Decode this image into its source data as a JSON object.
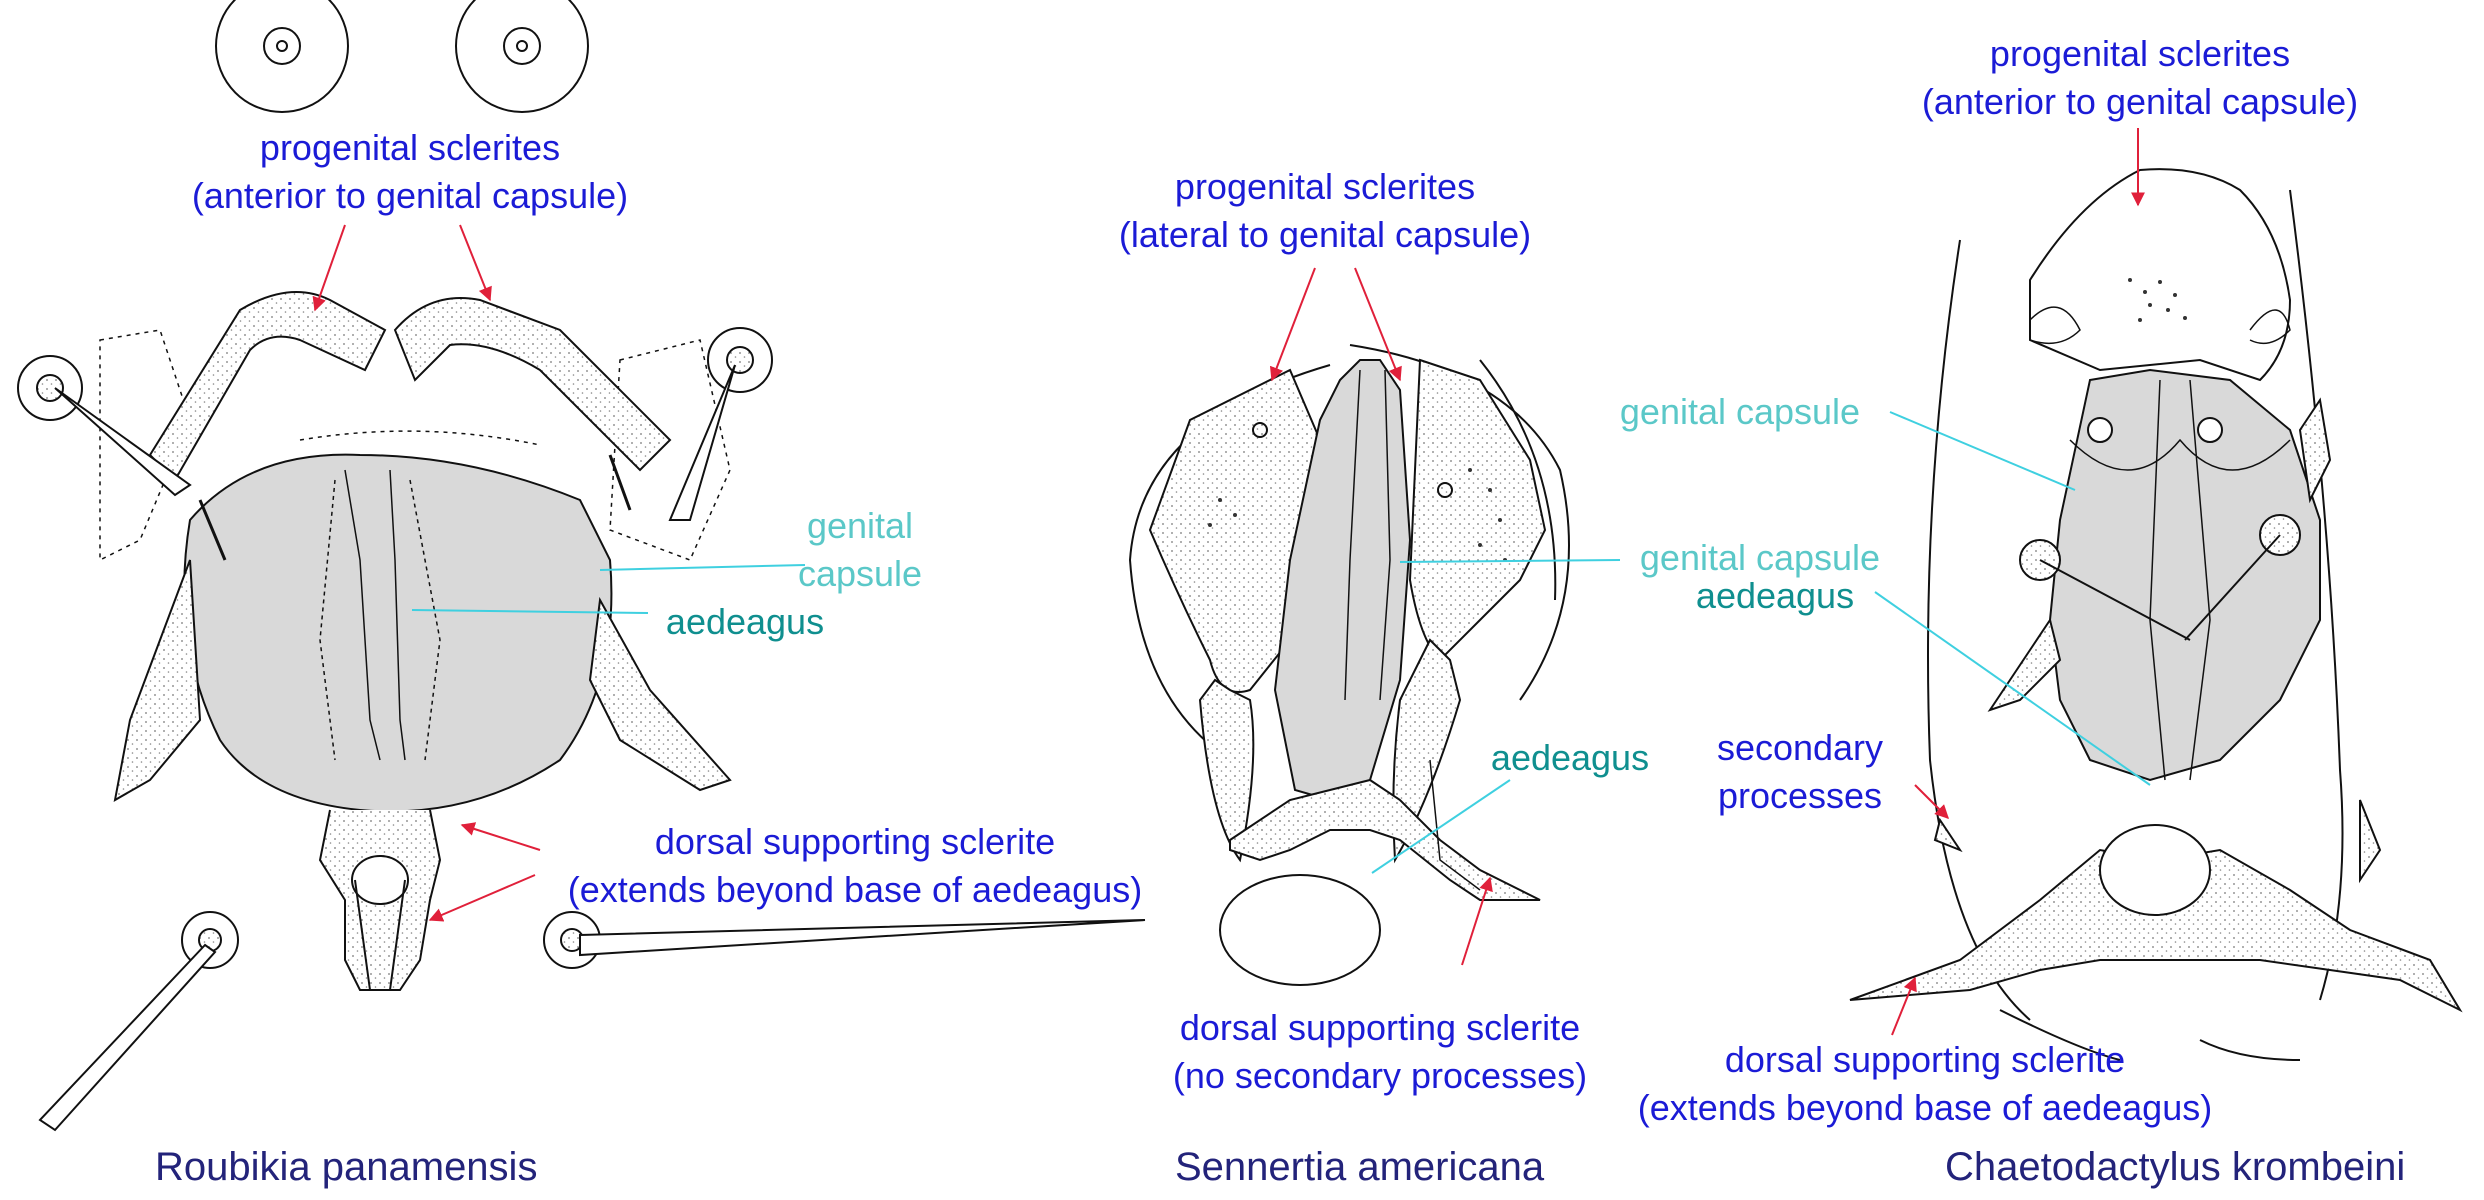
{
  "panels": [
    {
      "species": "Roubikia panamensis",
      "labels": {
        "progenital": [
          "progenital sclerites",
          "(anterior to genital capsule)"
        ],
        "genital_capsule": [
          "genital",
          "capsule"
        ],
        "aedeagus": "aedeagus",
        "dorsal": [
          "dorsal supporting sclerite",
          "(extends beyond base of aedeagus)"
        ]
      }
    },
    {
      "species": "Sennertia americana",
      "labels": {
        "progenital": [
          "progenital sclerites",
          "(lateral to genital capsule)"
        ],
        "genital_capsule": "genital capsule",
        "aedeagus": "aedeagus",
        "dorsal": [
          "dorsal supporting sclerite",
          "(no secondary processes)"
        ]
      }
    },
    {
      "species": "Chaetodactylus krombeini",
      "labels": {
        "progenital": [
          "progenital sclerites",
          "(anterior to genital capsule)"
        ],
        "genital_capsule": "genital capsule",
        "aedeagus": "aedeagus",
        "secondary": [
          "secondary",
          "processes"
        ],
        "dorsal": [
          "dorsal supporting sclerite",
          "(extends beyond base of aedeagus)"
        ]
      }
    }
  ],
  "colors": {
    "label_blue": "#1b1bd6",
    "genital_capsule_cyan": "#5bc8c8",
    "aedeagus_teal": "#0f8f8f",
    "arrow_red": "#e0203a",
    "species_navy": "#23237a",
    "capsule_fill": "#d9d9d9"
  }
}
